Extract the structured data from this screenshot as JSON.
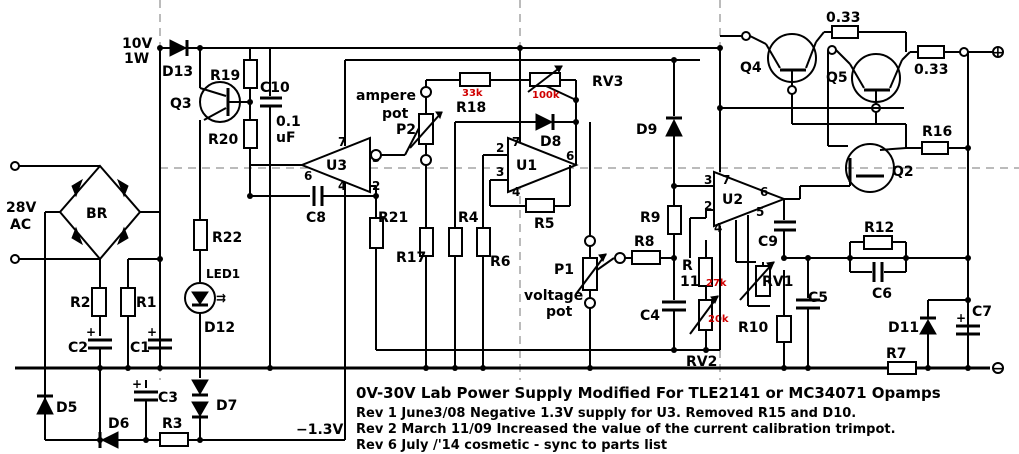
{
  "labels": {
    "ac_in": "28V AC",
    "ac_in_l1": "28V",
    "ac_in_l2": "AC",
    "br": "BR",
    "zener_l1": "10V",
    "zener_l2": "1W",
    "d13": "D13",
    "r19": "R19",
    "q3": "Q3",
    "r20": "R20",
    "c10": "C10",
    "c10_v1": "0.1",
    "c10_v2": "uF",
    "ampere_pot_l1": "ampere",
    "ampere_pot_l2": "pot",
    "p2": "P2",
    "u3": "U3",
    "c8": "C8",
    "r18": "R18",
    "r18_val": "33k",
    "rv3": "RV3",
    "rv3_val": "100k",
    "d8": "D8",
    "u1": "U1",
    "r4": "R4",
    "r6": "R6",
    "r5": "R5",
    "r21": "R21",
    "r17": "R17",
    "r22": "R22",
    "led1": "LED1",
    "d12": "D12",
    "r2": "R2",
    "r1": "R1",
    "c2": "C2",
    "c1": "C1",
    "d5": "D5",
    "d6": "D6",
    "c3": "C3",
    "r3": "R3",
    "d7": "D7",
    "neg_supply": "−1.3V",
    "d9": "D9",
    "r9": "R9",
    "r8": "R8",
    "p1": "P1",
    "voltage_pot_l1": "voltage",
    "voltage_pot_l2": "pot",
    "r11_l1": "R",
    "r11_l2": "11",
    "r11_val": "27k",
    "c4": "C4",
    "rv2": "RV2",
    "rv2_val": "20k",
    "u2": "U2",
    "c9": "C9",
    "rv1": "RV1",
    "r10": "R10",
    "c5": "C5",
    "r12": "R12",
    "c6": "C6",
    "q4": "Q4",
    "q5": "Q5",
    "res_a": "0.33",
    "res_b": "0.33",
    "r16": "R16",
    "q2": "Q2",
    "d11": "D11",
    "c7": "C7",
    "r7": "R7",
    "out_plus": "+",
    "out_minus": "−"
  },
  "pins": {
    "u3": [
      "7",
      "6",
      "3",
      "2",
      "4"
    ],
    "u1": [
      "7",
      "3",
      "2",
      "6",
      "4"
    ],
    "u2": [
      "7",
      "3",
      "2",
      "4",
      "6",
      "5"
    ]
  },
  "notes": {
    "title": "0V-30V Lab Power Supply Modified For TLE2141 or MC34071 Opamps",
    "rev1": "Rev 1  June3/08  Negative 1.3V supply for U3.  Removed R15 and D10.",
    "rev2": "Rev 2  March 11/09  Increased the value of the current calibration trimpot.",
    "rev6": "Rev 6  July /'14  cosmetic - sync to parts list"
  },
  "colors": {
    "ink": "#000000",
    "trimpot_value": "#d00000",
    "background": "#ffffff"
  }
}
